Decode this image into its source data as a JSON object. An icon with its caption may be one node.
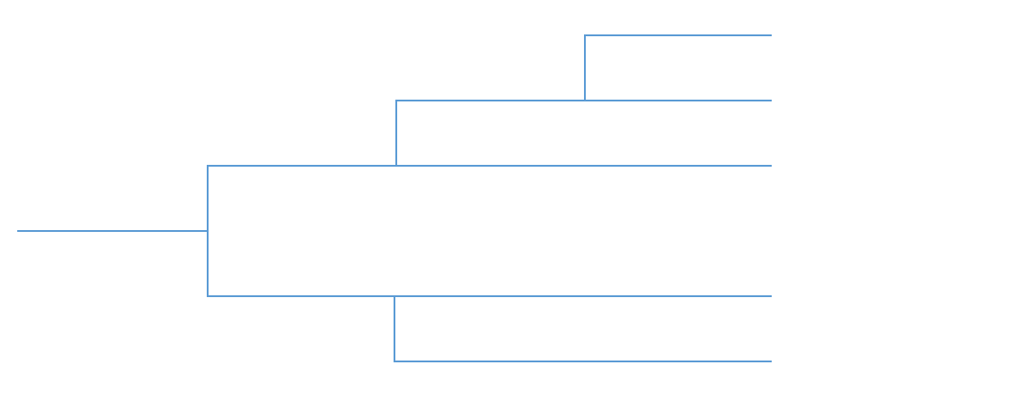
{
  "diagram": {
    "nodes": [
      {
        "text": [],
        "shape": "line"
      },
      {
        "text": [],
        "shape": "line"
      },
      {
        "text": [],
        "shape": "line"
      },
      {
        "text": [],
        "shape": "line"
      },
      {
        "text": [],
        "shape": "line"
      },
      {
        "text": [],
        "shape": "line"
      }
    ],
    "edges": [
      {
        "from": 3,
        "to": 2,
        "arrow": "none"
      },
      {
        "from": 3,
        "to": 4,
        "arrow": "none"
      },
      {
        "from": 2,
        "to": 1,
        "arrow": "none"
      },
      {
        "from": 1,
        "to": 0,
        "arrow": "none"
      },
      {
        "from": 4,
        "to": 5,
        "arrow": "none"
      }
    ]
  }
}
